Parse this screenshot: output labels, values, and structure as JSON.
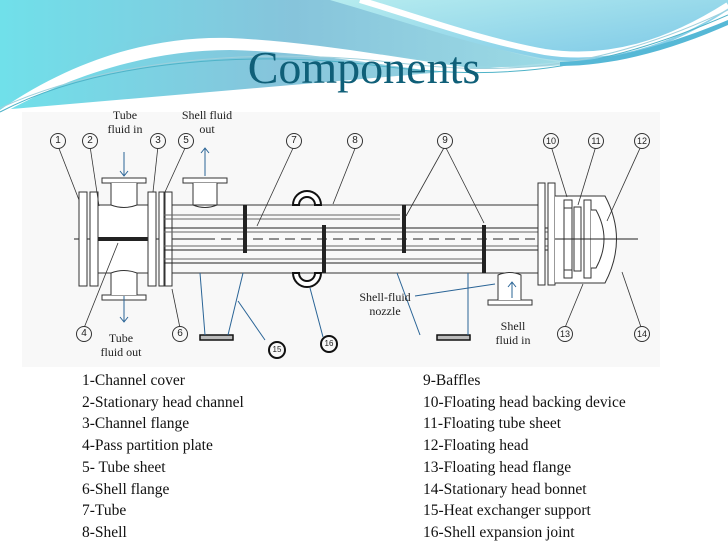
{
  "slide": {
    "title": "Components",
    "theme_colors": {
      "title": "#0f5f78",
      "wave_dark": "#7fc0d8",
      "wave_light": "#a7e3ea",
      "callout_blue": "#2a6496"
    }
  },
  "diagram": {
    "flow_labels": {
      "tube_in": "Tube\nfluid in",
      "shell_out": "Shell fluid\nout",
      "tube_out": "Tube\nfluid out",
      "shell_in": "Shell\nfluid in",
      "shell_nozzle": "Shell-fluid\nnozzle"
    },
    "markers": [
      "1",
      "2",
      "3",
      "5",
      "7",
      "8",
      "9",
      "10",
      "11",
      "12",
      "4",
      "6",
      "13",
      "14",
      "15",
      "16"
    ]
  },
  "legend": {
    "left": [
      "1-Channel cover",
      "2-Stationary head channel",
      "3-Channel flange",
      "4-Pass partition plate",
      "5- Tube sheet",
      "6-Shell flange",
      "7-Tube",
      "8-Shell"
    ],
    "right": [
      "9-Baffles",
      "10-Floating head backing device",
      "11-Floating tube sheet",
      "12-Floating head",
      "13-Floating head flange",
      "14-Stationary head bonnet",
      "15-Heat exchanger support",
      "16-Shell expansion joint"
    ]
  }
}
